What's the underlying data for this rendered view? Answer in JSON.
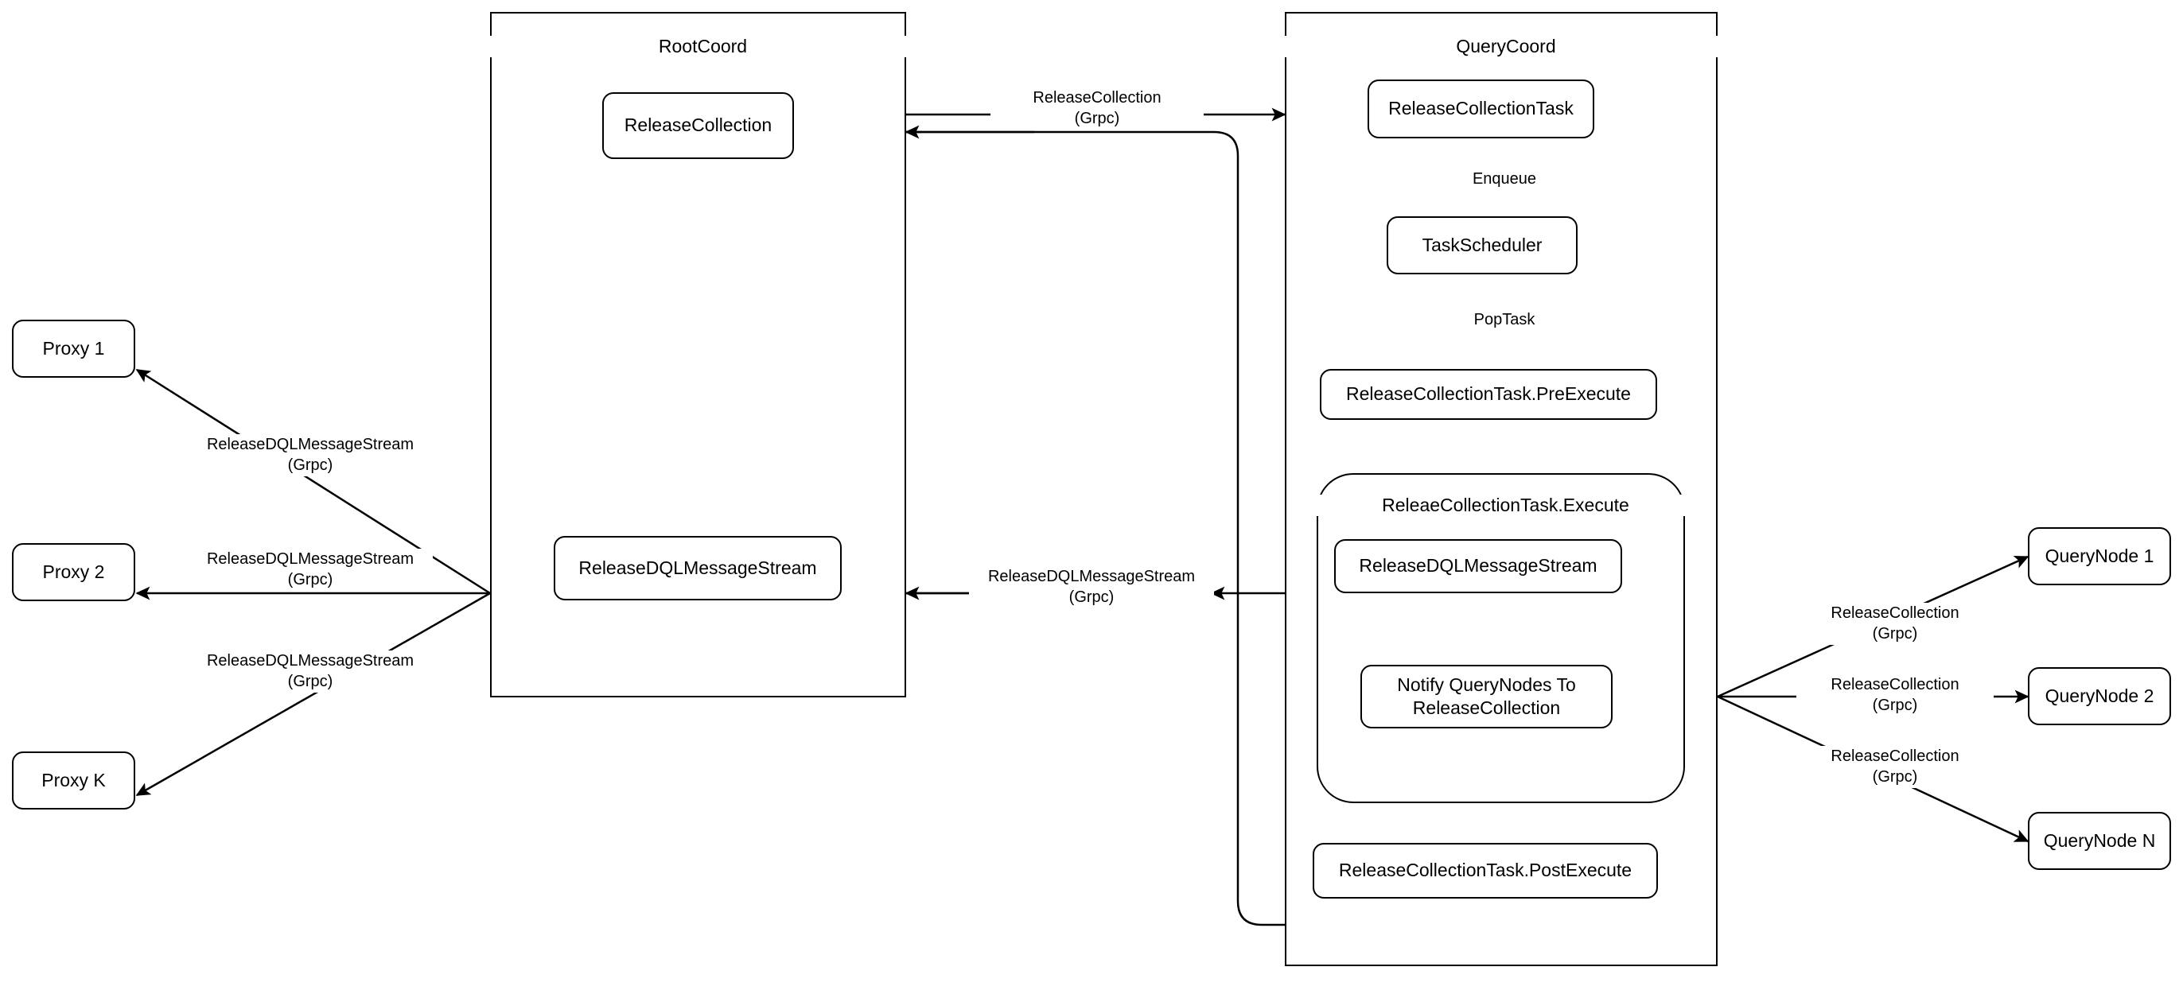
{
  "diagram": {
    "containers": [
      {
        "id": "rootcoord",
        "title": "RootCoord"
      },
      {
        "id": "querycoord",
        "title": "QueryCoord"
      },
      {
        "id": "execute",
        "title": "ReleaeCollectionTask.Execute"
      }
    ],
    "nodes": {
      "proxy1": "Proxy 1",
      "proxy2": "Proxy 2",
      "proxyk": "Proxy K",
      "release_collection": "ReleaseCollection",
      "release_dql_root": "ReleaseDQLMessageStream",
      "release_collection_task": "ReleaseCollectionTask",
      "task_scheduler": "TaskScheduler",
      "pre_execute": "ReleaseCollectionTask.PreExecute",
      "release_dql_qc": "ReleaseDQLMessageStream",
      "notify_querynodes": "Notify QueryNodes To\nReleaseCollection",
      "post_execute": "ReleaseCollectionTask.PostExecute",
      "querynode1": "QueryNode 1",
      "querynode2": "QueryNode 2",
      "querynoden": "QueryNode N"
    },
    "edge_labels": {
      "release_collection_grpc_top": "ReleaseCollection\n(Grpc)",
      "release_dql_grpc_mid": "ReleaseDQLMessageStream\n(Grpc)",
      "enqueue": "Enqueue",
      "pop_task": "PopTask",
      "proxy1_grpc": "ReleaseDQLMessageStream\n(Grpc)",
      "proxy2_grpc": "ReleaseDQLMessageStream\n(Grpc)",
      "proxyk_grpc": "ReleaseDQLMessageStream\n(Grpc)",
      "querynode1_grpc": "ReleaseCollection\n(Grpc)",
      "querynode2_grpc": "ReleaseCollection\n(Grpc)",
      "querynoden_grpc": "ReleaseCollection\n(Grpc)"
    },
    "colors": {
      "stroke": "#000000",
      "background": "#ffffff",
      "text": "#000000"
    }
  }
}
